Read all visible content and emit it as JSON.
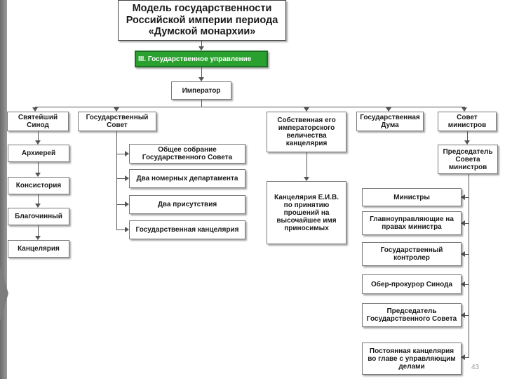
{
  "title": "Модель государственности Российской империи периода «Думской монархии»",
  "section": "III. Государственное управление",
  "emperor": "Император",
  "top_level": {
    "synod": "Святейший Синод",
    "state_council": "Государственный Совет",
    "chancellery": "Собственная его императорского величества канцелярия",
    "duma": "Государственная Дума",
    "ministers_council": "Совет министров"
  },
  "synod_items": [
    "Архиерей",
    "Консистория",
    "Благочинный",
    "Канцелярия"
  ],
  "council_items": [
    "Общее собрание Государственного Совета",
    "Два номерных департамента",
    "Два присутствия",
    "Государственная канцелярия"
  ],
  "chancellery_item": "Канцелярия Е.И.В. по принятию прошений на высочайшее имя приносимых",
  "ministers_chair": "Председатель Совета министров",
  "ministers_items": [
    "Министры",
    "Главноуправляющие на правах министра",
    "Государственный контролер",
    "Обер-прокурор Синода",
    "Председатель Государственного Совета",
    "Постоянная канцелярия во главе с управляющим делами"
  ],
  "page_number": "43"
}
